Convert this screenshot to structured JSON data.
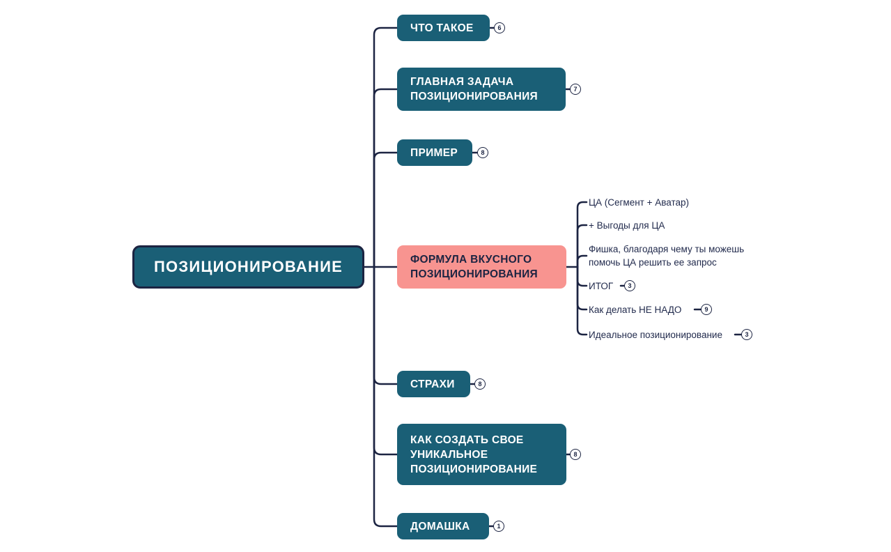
{
  "colors": {
    "node_teal": "#1A5F76",
    "node_pink": "#F89490",
    "line_navy": "#1C2442",
    "background": "#FFFFFF"
  },
  "root": {
    "label": "ПОЗИЦИОНИРОВАНИЕ"
  },
  "branches": [
    {
      "label": "ЧТО ТАКОЕ",
      "badge": "6"
    },
    {
      "label": "ГЛАВНАЯ ЗАДАЧА ПОЗИЦИОНИРОВАНИЯ",
      "badge": "7"
    },
    {
      "label": "ПРИМЕР",
      "badge": "8"
    },
    {
      "label": "ФОРМУЛА ВКУСНОГО ПОЗИЦИОНИРОВАНИЯ",
      "badge": "",
      "children": [
        {
          "label": "ЦА (Сегмент + Аватар)",
          "badge": ""
        },
        {
          "label": "+ Выгоды для ЦА",
          "badge": ""
        },
        {
          "label": "Фишка, благодаря чему ты можешь помочь ЦА решить ее запрос",
          "badge": ""
        },
        {
          "label": "ИТОГ",
          "badge": "3"
        },
        {
          "label": "Как делать НЕ НАДО",
          "badge": "9"
        },
        {
          "label": "Идеальное позиционирование",
          "badge": "3"
        }
      ]
    },
    {
      "label": "СТРАХИ",
      "badge": "8"
    },
    {
      "label": "КАК СОЗДАТЬ СВОЕ УНИКАЛЬНОЕ ПОЗИЦИОНИРОВАНИЕ",
      "badge": "8"
    },
    {
      "label": "ДОМАШКА",
      "badge": "1"
    }
  ]
}
